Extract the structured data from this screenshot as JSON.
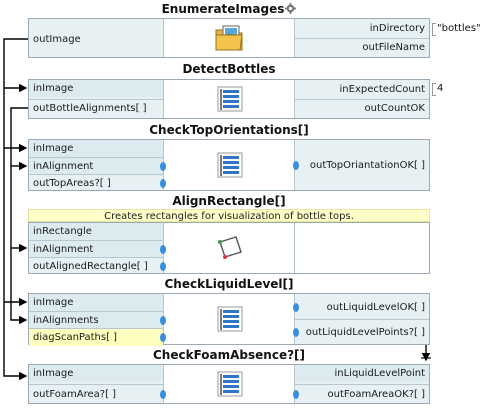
{
  "blocks": {
    "enumerate": {
      "title": "EnumerateImages",
      "outputs_left": [
        "outImage"
      ],
      "inputs_right": [
        "inDirectory"
      ],
      "outputs_right": [
        "outFileName"
      ],
      "param": "\"bottles\""
    },
    "detect": {
      "title": "DetectBottles",
      "in": [
        "inImage"
      ],
      "out_left": [
        "outBottleAlignments[ ]"
      ],
      "in_right": [
        "inExpectedCount"
      ],
      "out_right": [
        "outCountOK"
      ],
      "param": "4"
    },
    "checktop": {
      "title": "CheckTopOrientations[]",
      "in": [
        "inImage",
        "inAlignment"
      ],
      "out_left": [
        "outTopAreas?[ ]"
      ],
      "out_right": [
        "outTopOriantationOK[ ]"
      ]
    },
    "align": {
      "title": "AlignRectangle[]",
      "description": "Creates rectangles for visualization of bottle tops.",
      "in": [
        "inRectangle",
        "inAlignment"
      ],
      "out_left": [
        "outAlignedRectangle[ ]"
      ]
    },
    "liquid": {
      "title": "CheckLiquidLevel[]",
      "in": [
        "inImage",
        "inAlignments"
      ],
      "diag": "diagScanPaths[ ]",
      "out_right": [
        "outLiquidLevelOK[ ]",
        "outLiquidLevelPoints?[ ]"
      ]
    },
    "foam": {
      "title": "CheckFoamAbsence?[]",
      "in": [
        "inImage"
      ],
      "out_left": [
        "outFoamArea?[ ]"
      ],
      "in_right": [
        "inLiquidLevelPoint"
      ],
      "out_right": [
        "outFoamAreaOK?[ ]"
      ]
    }
  },
  "icons": {
    "enumerate": "image-folder-icon",
    "generic": "list-filter-icon",
    "align": "rectangle-icon"
  },
  "colors": {
    "panel": "#e7f1f4",
    "port_dot": "#3a8ee0",
    "description_bg": "#ffffc8",
    "diag_bg": "#ffffc0"
  }
}
